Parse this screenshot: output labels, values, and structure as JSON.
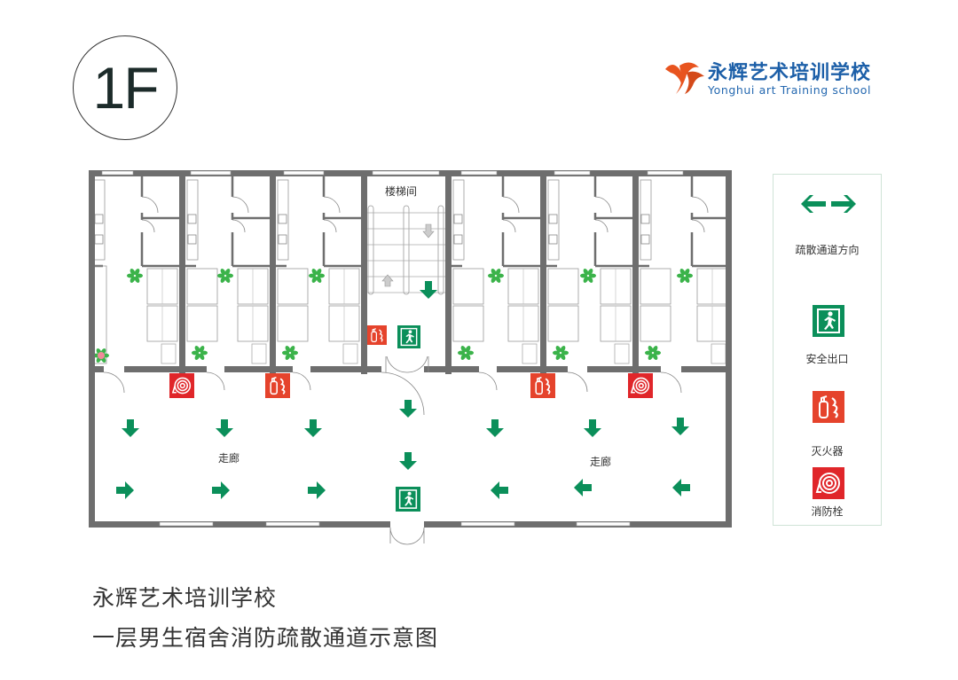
{
  "floor_badge": "1F",
  "logo": {
    "name_cn": "永辉艺术培训学校",
    "name_en": "Yonghui art Training school"
  },
  "plan": {
    "stairwell_label": "楼梯间",
    "corridor_left_label": "走廊",
    "corridor_right_label": "走廊"
  },
  "legend": {
    "items": [
      {
        "icon": "evacuation-direction-arrows-icon",
        "label": "疏散通道方向"
      },
      {
        "icon": "emergency-exit-icon",
        "label": "安全出口"
      },
      {
        "icon": "fire-extinguisher-icon",
        "label": "灭火器"
      },
      {
        "icon": "fire-hydrant-icon",
        "label": "消防栓"
      }
    ]
  },
  "caption": {
    "line1": "永辉艺术培训学校",
    "line2": "一层男生宿舍消防疏散通道示意图"
  },
  "colors": {
    "wall": "#6e6e6e",
    "green": "#0b8f5a",
    "red": "#e23a2a",
    "logo_blue": "#1c5fa8",
    "logo_orange": "#e8541f"
  }
}
